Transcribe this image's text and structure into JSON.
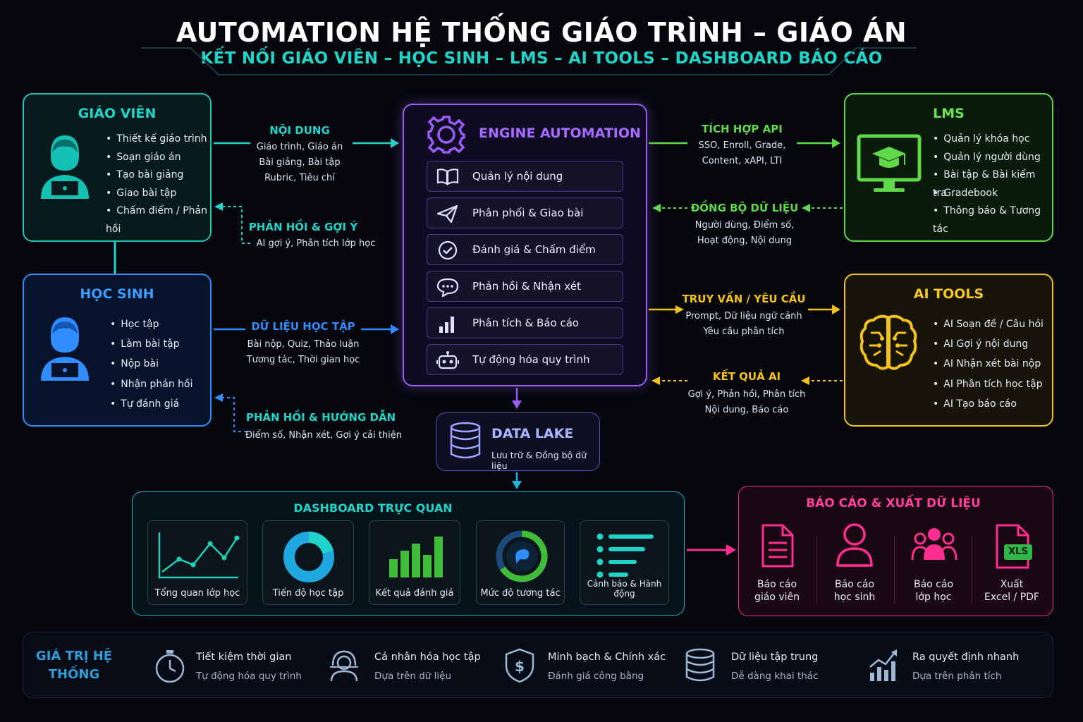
{
  "header": {
    "title": "AUTOMATION HỆ THỐNG GIÁO TRÌNH – GIÁO ÁN",
    "subtitle": "KẾT NỐI GIÁO VIÊN – HỌC SINH – LMS – AI TOOLS – DASHBOARD BÁO CÁO"
  },
  "teacher": {
    "title": "GIÁO VIÊN",
    "items": [
      "Thiết kế giáo trình",
      "Soạn giáo án",
      "Tạo bài giảng",
      "Giao bài tập",
      "Chấm điểm / Phản hồi"
    ]
  },
  "student": {
    "title": "HỌC SINH",
    "items": [
      "Học tập",
      "Làm bài tập",
      "Nộp bài",
      "Nhận phản hồi",
      "Tự đánh giá"
    ]
  },
  "lms": {
    "title": "LMS",
    "items": [
      "Quản lý khóa học",
      "Quản lý người dùng",
      "Bài tập & Bài kiểm tra",
      "Gradebook",
      "Thông báo & Tương tác"
    ]
  },
  "ai": {
    "title": "AI TOOLS",
    "items": [
      "AI Soạn đề / Câu hỏi",
      "AI Gợi ý nội dung",
      "AI Nhận xét bài nộp",
      "AI Phân tích học tập",
      "AI Tạo báo cáo"
    ]
  },
  "flows": {
    "content": {
      "label": "NỘI DUNG",
      "lines": [
        "Giáo trình, Giáo án",
        "Bài giảng, Bài tập",
        "Rubric, Tiêu chí"
      ]
    },
    "feedback_teacher": {
      "label": "PHẢN HỒI & GỢI Ý",
      "lines": [
        "AI gợi ý, Phân tích lớp học"
      ]
    },
    "learning_data": {
      "label": "DỮ LIỆU HỌC TẬP",
      "lines": [
        "Bài nộp, Quiz, Thảo luận",
        "Tương tác, Thời gian học"
      ]
    },
    "feedback_student": {
      "label": "PHẢN HỒI & HƯỚNG DẪN",
      "lines": [
        "Điểm số, Nhận xét, Gợi ý cải thiện"
      ]
    },
    "api": {
      "label": "TÍCH HỢP API",
      "lines": [
        "SSO, Enroll, Grade,",
        "Content, xAPI, LTI"
      ]
    },
    "sync": {
      "label": "ĐỒNG BỘ DỮ LIỆU",
      "lines": [
        "Người dùng, Điểm số,",
        "Hoạt động, Nội dung"
      ]
    },
    "query": {
      "label": "TRUY VẤN / YÊU CẦU",
      "lines": [
        "Prompt, Dữ liệu ngữ cảnh",
        "Yêu cầu phân tích"
      ]
    },
    "ai_result": {
      "label": "KẾT QUẢ AI",
      "lines": [
        "Gợi ý, Phản hồi, Phân tích",
        "Nội dung, Báo cáo"
      ]
    }
  },
  "engine": {
    "title": "ENGINE AUTOMATION",
    "modules": [
      "Quản lý nội dung",
      "Phân phối & Giao bài",
      "Đánh giá & Chấm điểm",
      "Phản hồi & Nhận xét",
      "Phân tích & Báo cáo",
      "Tự động hóa quy trình"
    ]
  },
  "datalake": {
    "title": "DATA LAKE",
    "subtitle": "Lưu trữ & Đồng bộ dữ liệu"
  },
  "dashboard": {
    "title": "DASHBOARD TRỰC QUAN",
    "tiles": [
      "Tổng quan lớp học",
      "Tiến độ học tập",
      "Kết quả đánh giá",
      "Mức độ tương tác",
      "Cảnh báo & Hành động"
    ]
  },
  "reports": {
    "title": "BÁO CÁO & XUẤT DỮ LIỆU",
    "items": [
      [
        "Báo cáo",
        "giáo viên"
      ],
      [
        "Báo cáo",
        "học sinh"
      ],
      [
        "Báo cáo",
        "lớp học"
      ],
      [
        "Xuất",
        "Excel / PDF"
      ]
    ],
    "xls_label": "XLS"
  },
  "values": {
    "heading": [
      "GIÁ TRỊ HỆ",
      "THỐNG"
    ],
    "items": [
      {
        "title": "Tiết kiệm thời gian",
        "sub": "Tự động hóa quy trình"
      },
      {
        "title": "Cá nhân hóa học tập",
        "sub": "Dựa trên dữ liệu"
      },
      {
        "title": "Minh bạch & Chính xác",
        "sub": "Đánh giá công bằng"
      },
      {
        "title": "Dữ liệu tập trung",
        "sub": "Dễ dàng khai thác"
      },
      {
        "title": "Ra quyết định nhanh",
        "sub": "Dựa trên phân tích"
      }
    ]
  },
  "colors": {
    "teal": "#22d3c8",
    "blue": "#2f8dff",
    "green": "#5fd94a",
    "yellow": "#f5c21b",
    "purple": "#9b5cf6",
    "pink": "#ff2d8f"
  }
}
